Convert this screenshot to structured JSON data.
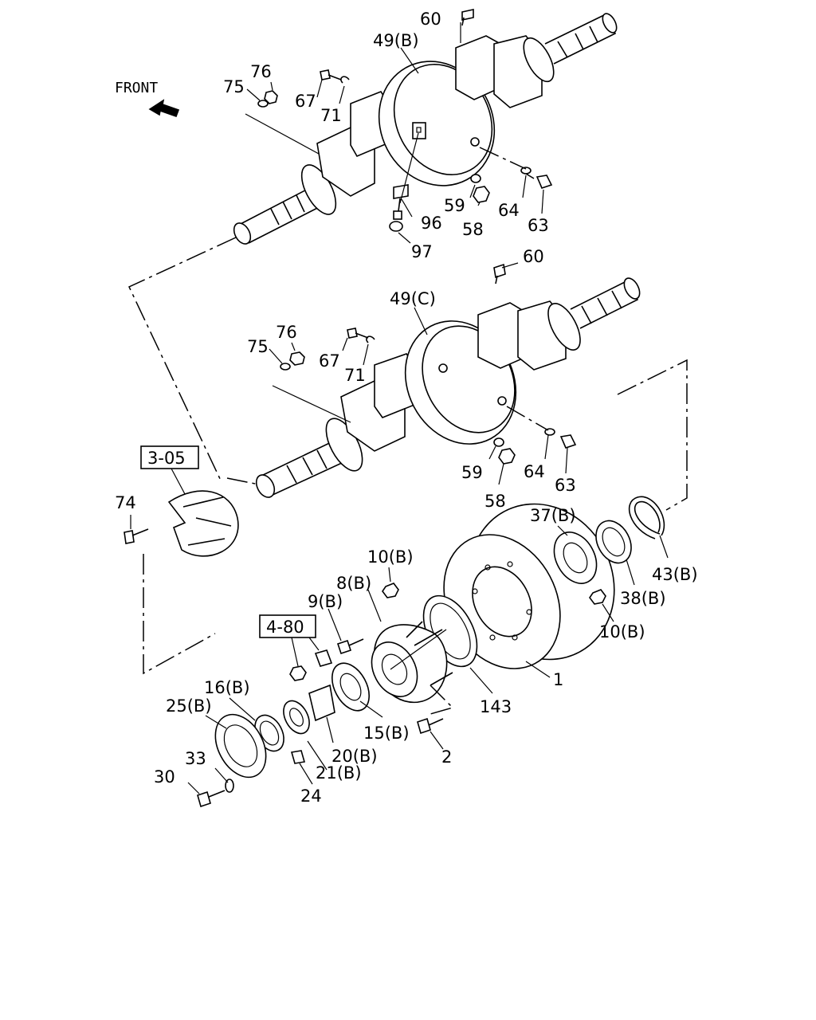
{
  "diagram": {
    "front_label": "FRONT",
    "ref_boxes": [
      "3-05",
      "4-80"
    ],
    "part_labels": {
      "p60_top": "60",
      "p49b": "49(B)",
      "p76_top": "76",
      "p75_top": "75",
      "p67_top": "67",
      "p71_top": "71",
      "p59_top": "59",
      "p58_top": "58",
      "p64_top": "64",
      "p63_top": "63",
      "p96": "96",
      "p97": "97",
      "p60_mid": "60",
      "p49c": "49(C)",
      "p76_mid": "76",
      "p75_mid": "75",
      "p67_mid": "67",
      "p71_mid": "71",
      "p59_mid": "59",
      "p58_mid": "58",
      "p64_mid": "64",
      "p63_mid": "63",
      "p74": "74",
      "p37b": "37(B)",
      "p43b": "43(B)",
      "p38b": "38(B)",
      "p10b_a": "10(B)",
      "p10b_b": "10(B)",
      "p8b": "8(B)",
      "p9b": "9(B)",
      "p1": "1",
      "p143": "143",
      "p16b": "16(B)",
      "p25b": "25(B)",
      "p15b": "15(B)",
      "p2": "2",
      "p20b": "20(B)",
      "p33": "33",
      "p21b": "21(B)",
      "p30": "30",
      "p24": "24"
    }
  }
}
